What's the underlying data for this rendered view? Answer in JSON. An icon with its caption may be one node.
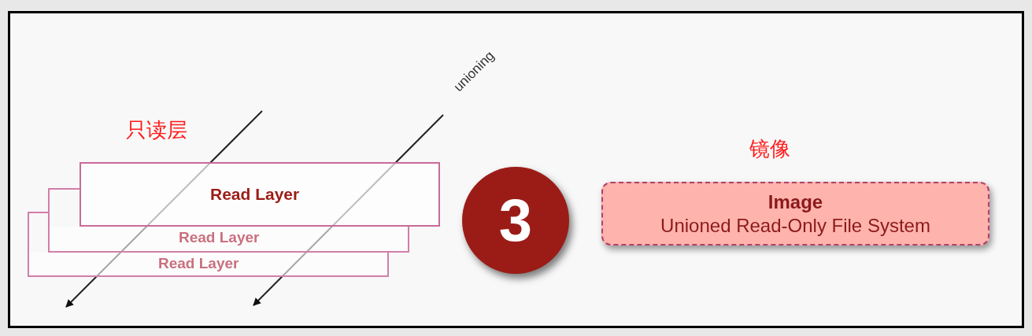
{
  "diagram": {
    "nodes": [
      {
        "text": [
          "Read Layer"
        ],
        "beside": [
          "只读层"
        ]
      },
      {
        "text": [
          "Read Layer"
        ]
      },
      {
        "text": [
          "Read Layer"
        ]
      },
      {
        "text": [
          "3"
        ]
      },
      {
        "text": [
          "Image",
          "Unioned Read-Only File System"
        ],
        "beside": [
          "镜像"
        ]
      }
    ],
    "labels": [
      "unioning"
    ]
  }
}
